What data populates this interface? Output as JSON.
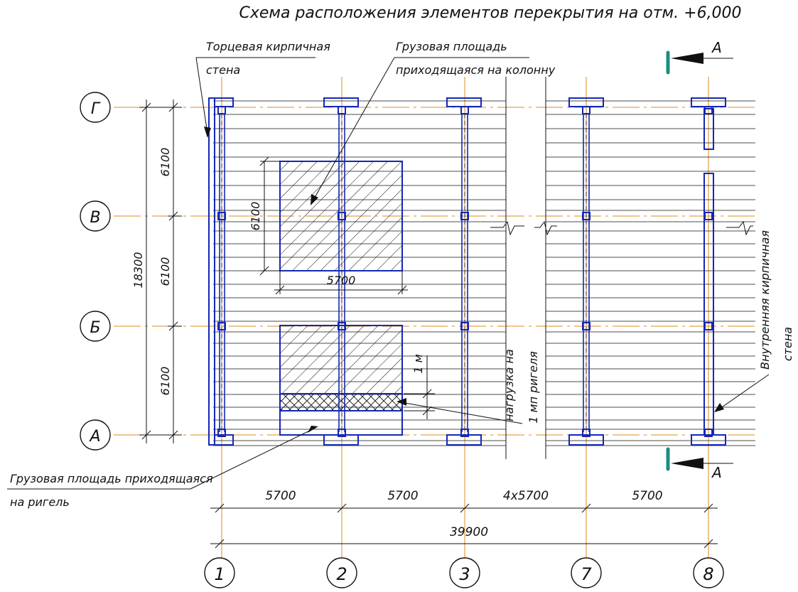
{
  "title": "Схема расположения элементов перекрытия на отм. +6,000",
  "rows": [
    {
      "letter": "Г"
    },
    {
      "letter": "В"
    },
    {
      "letter": "Б"
    },
    {
      "letter": "А"
    }
  ],
  "columns": [
    {
      "number": "1"
    },
    {
      "number": "2"
    },
    {
      "number": "3"
    },
    {
      "number": "7"
    },
    {
      "number": "8"
    }
  ],
  "dimensions": {
    "row_spans": [
      "6100",
      "6100",
      "6100"
    ],
    "row_total": "18300",
    "col_spans": [
      "5700",
      "5700",
      "4x5700",
      "5700"
    ],
    "col_total": "39900",
    "area_height": "6100",
    "area_width": "5700",
    "strip_width": "1 м"
  },
  "section": {
    "mark": "А"
  },
  "notes": {
    "end_wall_line1": "Торцевая кирпичная",
    "end_wall_line2": "стена",
    "column_area_line1": "Грузовая площадь",
    "column_area_line2": "приходящаяся на колонну",
    "girder_area_line1": "Грузовая площадь приходящаяся",
    "girder_area_line2": "на ригель",
    "load_line1": "нагрузка на",
    "load_line2": "1 мп ригеля",
    "inner_wall_line1": "Внутренняя кирпичная",
    "inner_wall_line2": "стена"
  }
}
